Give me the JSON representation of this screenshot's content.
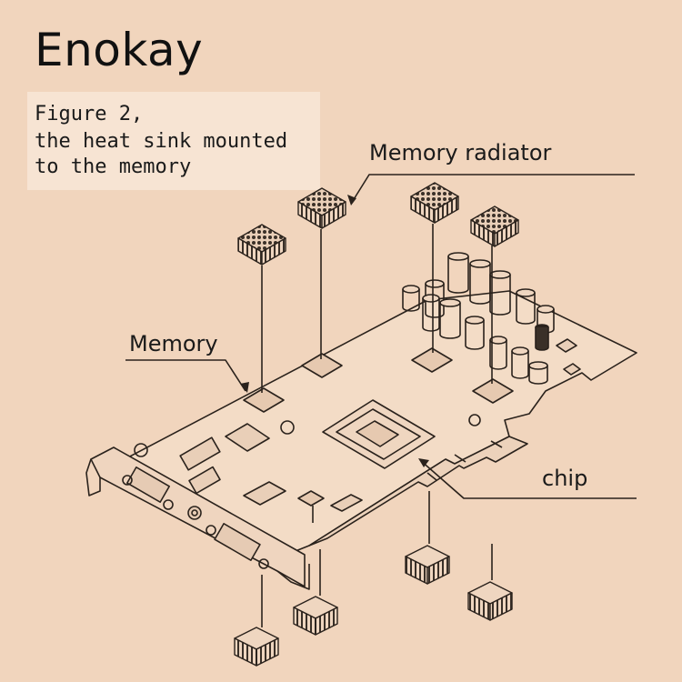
{
  "brand": "Enokay",
  "caption": {
    "lines": [
      "Figure 2,",
      "the heat sink mounted",
      "to the memory"
    ]
  },
  "labels": {
    "memory_radiator": "Memory radiator",
    "memory": "Memory",
    "chip": "chip"
  },
  "colors": {
    "background": "#f1d5bd",
    "caption_background": "#f7e4d3",
    "ink": "#1a1a1a"
  }
}
